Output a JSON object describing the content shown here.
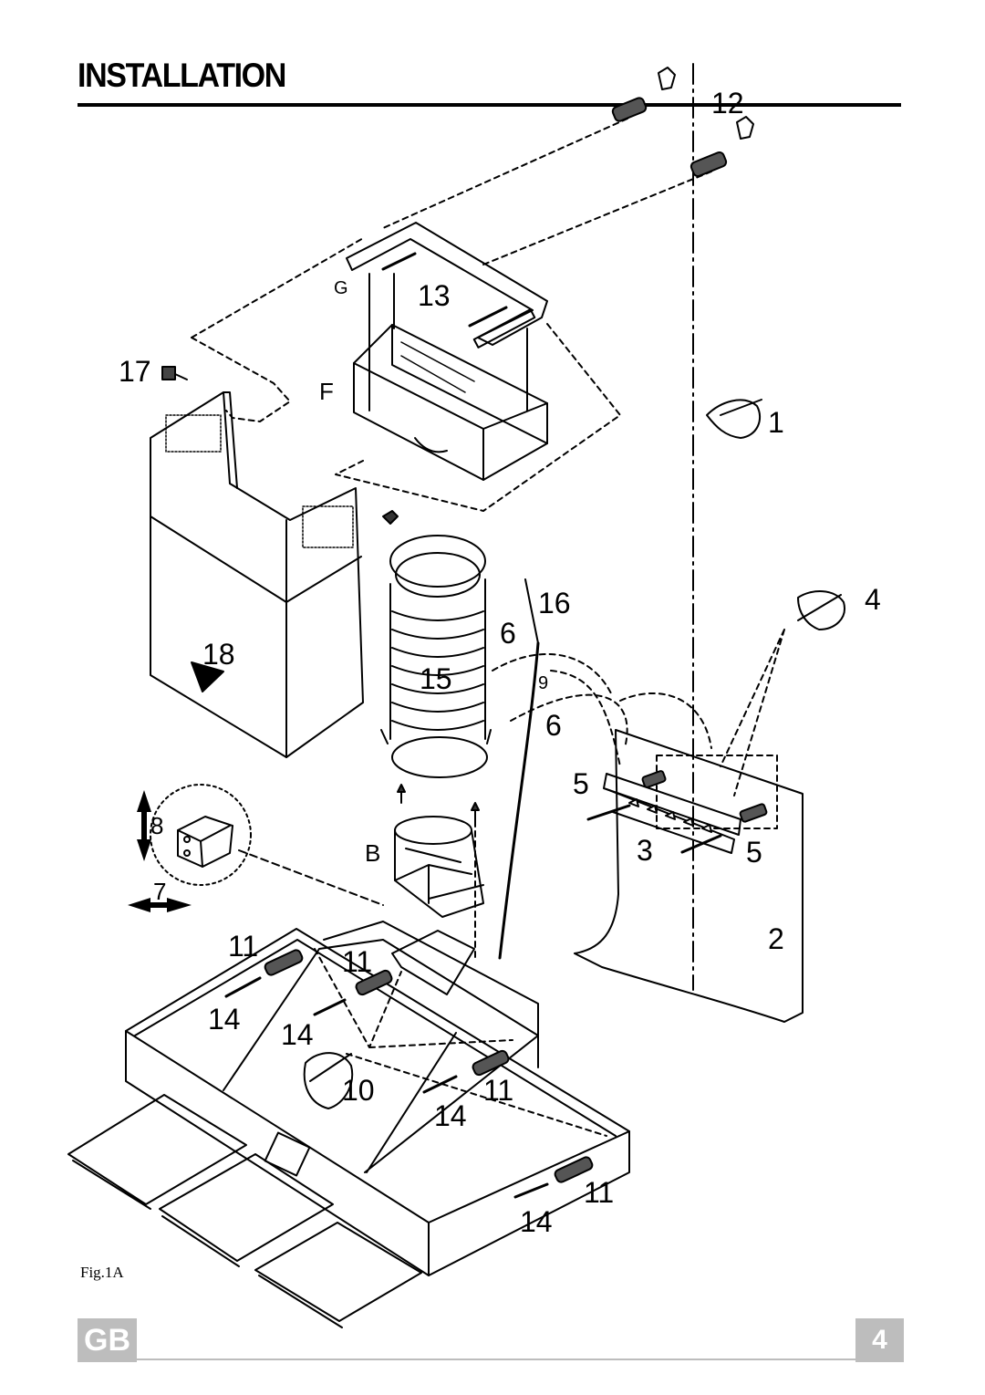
{
  "header": {
    "title": "INSTALLATION"
  },
  "figure": {
    "caption": "Fig.1A",
    "callouts": {
      "c12": "12",
      "c13": "13",
      "cG": "G",
      "cF": "F",
      "c17": "17",
      "c1": "1",
      "c18": "18",
      "c16": "16",
      "c6a": "6",
      "c15": "15",
      "c9": "9",
      "c6b": "6",
      "c4": "4",
      "c5a": "5",
      "c3": "3",
      "c5b": "5",
      "c8": "8",
      "c7": "7",
      "cB": "B",
      "c2": "2",
      "c11a": "11",
      "c11b": "11",
      "c14a": "14",
      "c14b": "14",
      "c10": "10",
      "c11c": "11",
      "c14c": "14",
      "c11d": "11",
      "c14d": "14"
    }
  },
  "footer": {
    "language": "GB",
    "page_number": "4"
  }
}
